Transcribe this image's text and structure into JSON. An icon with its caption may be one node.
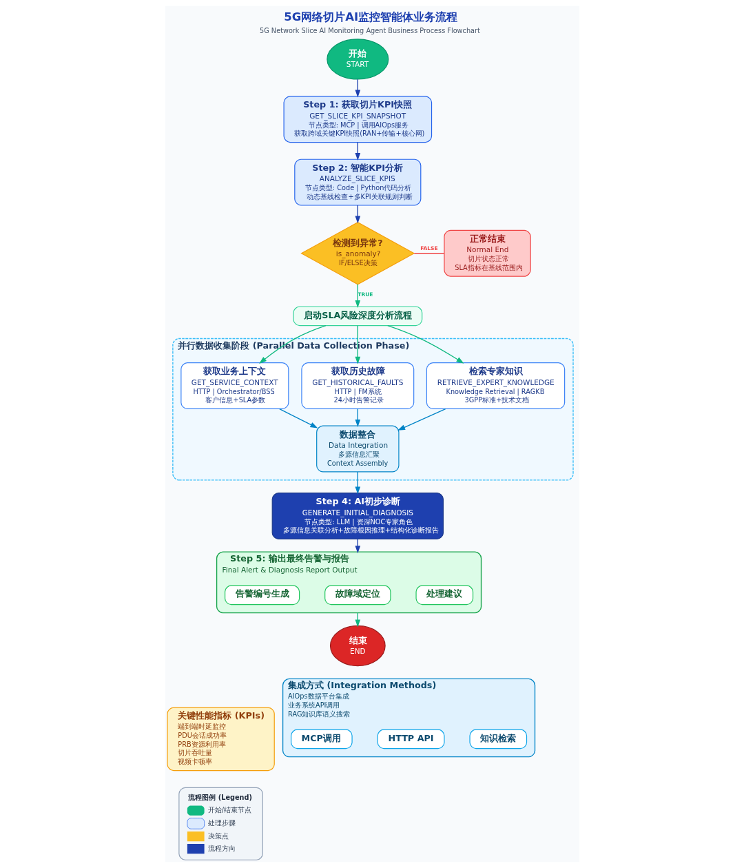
{
  "diagram": {
    "title": "5G网络切片AI监控智能体业务流程",
    "caption": "5G Network Slice AI Monitoring Agent Business Process Flowchart",
    "nodes": [
      {
        "text": [
          "开始",
          "START"
        ]
      },
      {
        "text": [
          "Step 1: 获取切片KPI快照",
          "GET_SLICE_KPI_SNAPSHOT",
          "节点类型: MCP | 调用AIOps服务",
          "获取跨域关键KPI快照(RAN+传输+核心网)"
        ]
      },
      {
        "text": [
          "Step 2: 智能KPI分析",
          "ANALYZE_SLICE_KPIS",
          "节点类型: Code | Python代码分析",
          "动态基线检查+多KPI关联规则判断"
        ]
      },
      {
        "text": [
          "检测到异常?",
          "is_anomaly?",
          "IF/ELSE决策"
        ]
      },
      {
        "text": [
          "正常结束",
          "Normal End",
          "切片状态正常",
          "SLA指标在基线范围内"
        ]
      },
      {
        "text": [
          "启动SLA风险深度分析流程"
        ]
      },
      {
        "text": [
          "并行数据收集阶段 (Parallel Data Collection Phase)"
        ]
      },
      {
        "text": [
          "获取业务上下文",
          "GET_SERVICE_CONTEXT",
          "HTTP | Orchestrator/BSS",
          "客户信息+SLA参数"
        ],
        "in": 6
      },
      {
        "text": [
          "获取历史故障",
          "GET_HISTORICAL_FAULTS",
          "HTTP | FM系统",
          "24小时告警记录"
        ],
        "in": 6
      },
      {
        "text": [
          "检索专家知识",
          "RETRIEVE_EXPERT_KNOWLEDGE",
          "Knowledge Retrieval | RAGKB",
          "3GPP标准+技术文档"
        ],
        "in": 6
      },
      {
        "text": [
          "数据整合",
          "Data Integration",
          "多源信息汇聚",
          "Context Assembly"
        ],
        "in": 6
      },
      {
        "text": [
          "Step 4: AI初步诊断",
          "GENERATE_INITIAL_DIAGNOSIS",
          "节点类型: LLM | 资深NOC专家角色",
          "多源信息关联分析+故障根因推理+结构化诊断报告"
        ]
      },
      {
        "text": [
          "Step 5: 输出最终告警与报告",
          "Final Alert & Diagnosis Report Output"
        ]
      },
      {
        "text": [
          "告警编号生成"
        ],
        "in": 12
      },
      {
        "text": [
          "故障域定位"
        ],
        "in": 12
      },
      {
        "text": [
          "处理建议"
        ],
        "in": 12
      },
      {
        "text": [
          "结束",
          "END"
        ]
      },
      {
        "text": [
          "关键性能指标 (KPIs)",
          "端到端时延监控",
          "PDU会话成功率",
          "PRB资源利用率",
          "切片吞吐量",
          "视频卡顿率"
        ]
      },
      {
        "text": [
          "集成方式 (Integration Methods)",
          "AIOps数据平台集成",
          "业务系统API调用",
          "RAG知识库语义搜索"
        ]
      },
      {
        "text": [
          "MCP调用"
        ],
        "in": 18
      },
      {
        "text": [
          "HTTP API"
        ],
        "in": 18
      },
      {
        "text": [
          "知识检索"
        ],
        "in": 18
      }
    ],
    "edges": [
      {
        "from": 0,
        "to": 1,
        "arrow": "to",
        "color": "#1e40af"
      },
      {
        "from": 1,
        "to": 2,
        "arrow": "to",
        "color": "#1e40af"
      },
      {
        "from": 2,
        "to": 3,
        "arrow": "to",
        "color": "#1e40af"
      },
      {
        "from": 3,
        "to": 4,
        "arrow": "none",
        "label": "FALSE",
        "color": "#ef4444"
      },
      {
        "from": 3,
        "to": 5,
        "arrow": "to",
        "label": "TRUE",
        "color": "#10b981"
      },
      {
        "from": 5,
        "to": 7,
        "arrow": "to",
        "color": "#10b981"
      },
      {
        "from": 5,
        "to": 8,
        "arrow": "to",
        "color": "#10b981"
      },
      {
        "from": 5,
        "to": 9,
        "arrow": "to",
        "color": "#10b981"
      },
      {
        "from": 7,
        "to": 10,
        "arrow": "to",
        "color": "#0284c7"
      },
      {
        "from": 8,
        "to": 10,
        "arrow": "to",
        "color": "#0284c7"
      },
      {
        "from": 9,
        "to": 10,
        "arrow": "to",
        "color": "#0284c7"
      },
      {
        "from": 10,
        "to": 11,
        "arrow": "to",
        "color": "#0284c7"
      },
      {
        "from": 11,
        "to": 12,
        "arrow": "to",
        "color": "#1e40af"
      },
      {
        "from": 12,
        "to": 16,
        "arrow": "to",
        "color": "#10b981"
      }
    ],
    "labels": [
      "流程图例 (Legend)"
    ],
    "legend": [
      {
        "text": "开始/结束节点"
      },
      {
        "text": "处理步骤"
      },
      {
        "text": "决策点"
      },
      {
        "text": "流程方向"
      }
    ]
  }
}
